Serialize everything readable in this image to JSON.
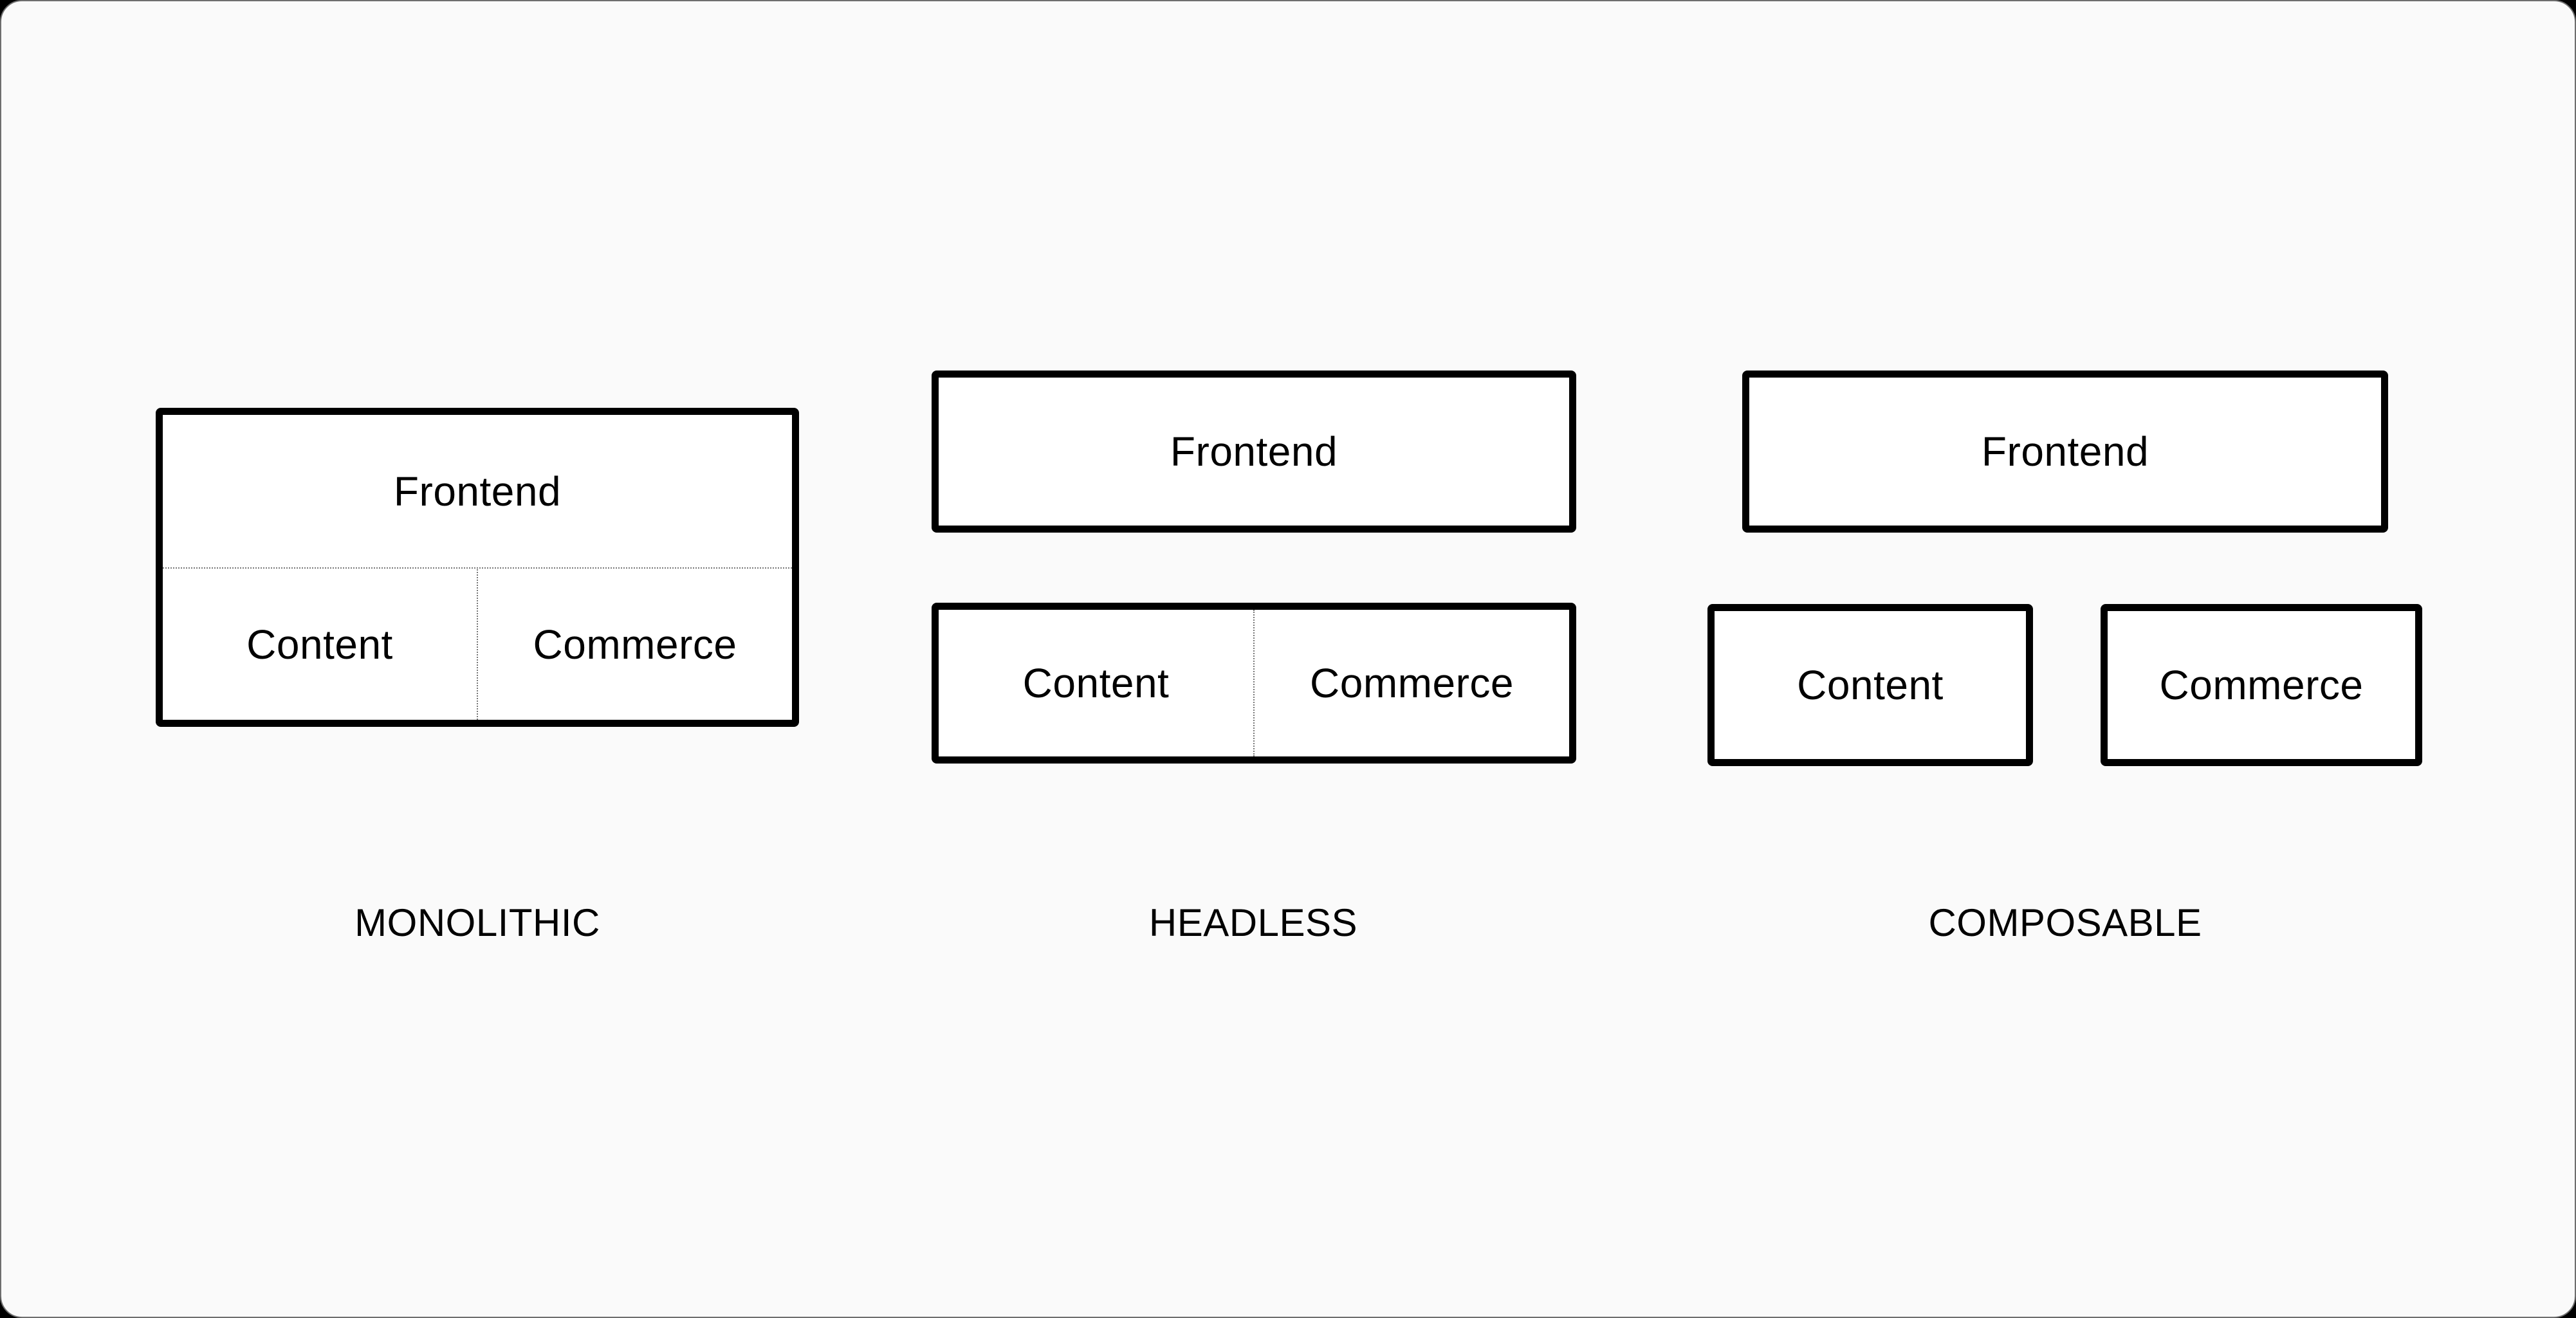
{
  "diagram": {
    "colors": {
      "background": "#fafafa",
      "box_fill": "#ffffff",
      "stroke": "#000000",
      "divider": "#777777"
    },
    "architectures": [
      {
        "caption": "MONOLITHIC",
        "layout": "single box: frontend on top, content and commerce side-by-side below, separated by thin dividers",
        "frontend": "Frontend",
        "content": "Content",
        "commerce": "Commerce"
      },
      {
        "caption": "HEADLESS",
        "layout": "frontend box separate above; content and commerce share one box below",
        "frontend": "Frontend",
        "content": "Content",
        "commerce": "Commerce"
      },
      {
        "caption": "COMPOSABLE",
        "layout": "frontend box above; content and commerce each in separate boxes below",
        "frontend": "Frontend",
        "content": "Content",
        "commerce": "Commerce"
      }
    ]
  }
}
